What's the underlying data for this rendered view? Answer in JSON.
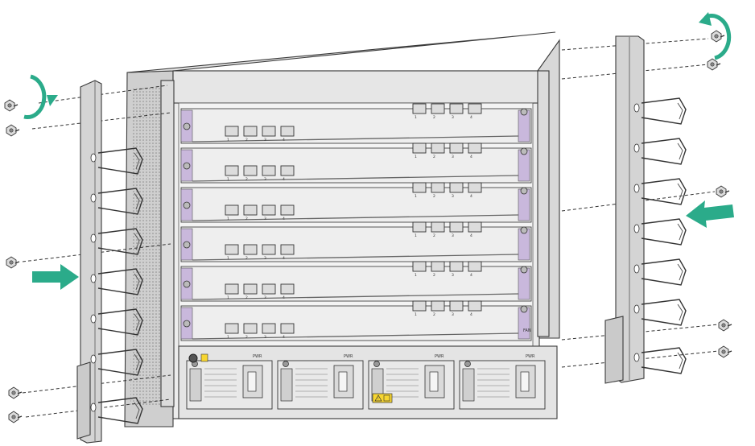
{
  "figure": {
    "cards": [
      {
        "left_ports": 4,
        "right_ports": 4
      },
      {
        "left_ports": 4,
        "right_ports": 4
      },
      {
        "left_ports": 4,
        "right_ports": 4
      },
      {
        "left_ports": 4,
        "right_ports": 4
      },
      {
        "left_ports": 4,
        "right_ports": 4
      },
      {
        "left_ports": 4,
        "right_ports": 4
      }
    ],
    "power_modules": [
      "PWR",
      "PWR",
      "PWR",
      "PWR"
    ],
    "fan_label": "FAN",
    "port_digits": [
      "1",
      "2",
      "3",
      "4"
    ],
    "colors": {
      "arrow": "#2bab8a",
      "rotation_arrow": "#2bab8a",
      "card_latch": "#c9b8dc",
      "chassis_face": "#ececec",
      "chassis_side": "#cfcfcf",
      "bracket": "#d4d4d4",
      "warning": "#f7d631"
    },
    "icons": [
      "screw-icon",
      "rotation-arrow-icon",
      "insert-arrow-icon",
      "warning-icon"
    ]
  }
}
